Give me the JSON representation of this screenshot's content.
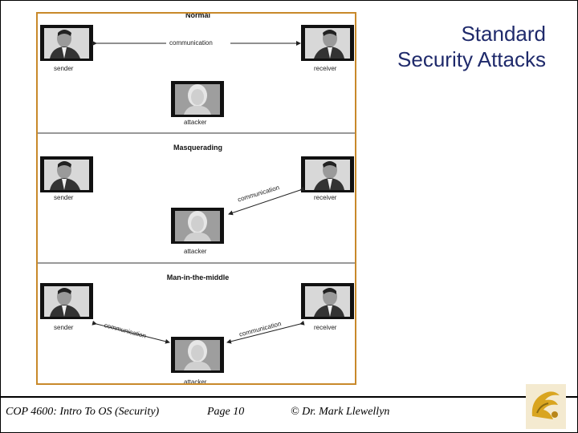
{
  "slide": {
    "title_line1": "Standard",
    "title_line2": "Security Attacks"
  },
  "figure": {
    "panels": [
      {
        "title": "Normal",
        "sender": "sender",
        "receiver": "receiver",
        "attacker": "attacker",
        "comm": "communication"
      },
      {
        "title": "Masquerading",
        "sender": "sender",
        "receiver": "receiver",
        "attacker": "attacker",
        "comm": "communication"
      },
      {
        "title": "Man-in-the-middle",
        "sender": "sender",
        "receiver": "receiver",
        "attacker": "attacker",
        "comm_left": "communication",
        "comm_right": "communication"
      }
    ]
  },
  "footer": {
    "course": "COP 4600: Intro To OS  (Security)",
    "page": "Page 10",
    "author": "© Dr. Mark Llewellyn"
  },
  "colors": {
    "figure_border": "#c8892a",
    "title": "#1f2a6b",
    "logo_gold": "#d9a520"
  },
  "icons": {
    "logo": "pegasus-logo-icon"
  }
}
